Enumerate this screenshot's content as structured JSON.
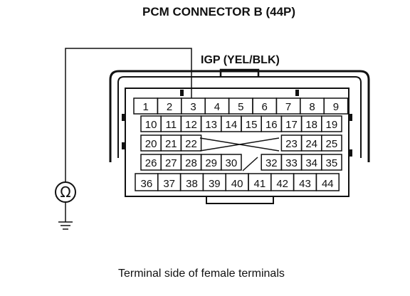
{
  "diagram": {
    "title": "PCM CONNECTOR B (44P)",
    "wire_label": "IGP (YEL/BLK)",
    "caption": "Terminal side of female terminals",
    "meter_symbol": "Ω",
    "probe_pin": "3",
    "rows": [
      [
        "1",
        "2",
        "3",
        "4",
        "5",
        "6",
        "7",
        "8",
        "9"
      ],
      [
        "10",
        "11",
        "12",
        "13",
        "14",
        "15",
        "16",
        "17",
        "18",
        "19"
      ],
      [
        "20",
        "21",
        "22",
        "23",
        "24",
        "25"
      ],
      [
        "26",
        "27",
        "28",
        "29",
        "30",
        "32",
        "33",
        "34",
        "35"
      ],
      [
        "36",
        "37",
        "38",
        "39",
        "40",
        "41",
        "42",
        "43",
        "44"
      ]
    ]
  }
}
